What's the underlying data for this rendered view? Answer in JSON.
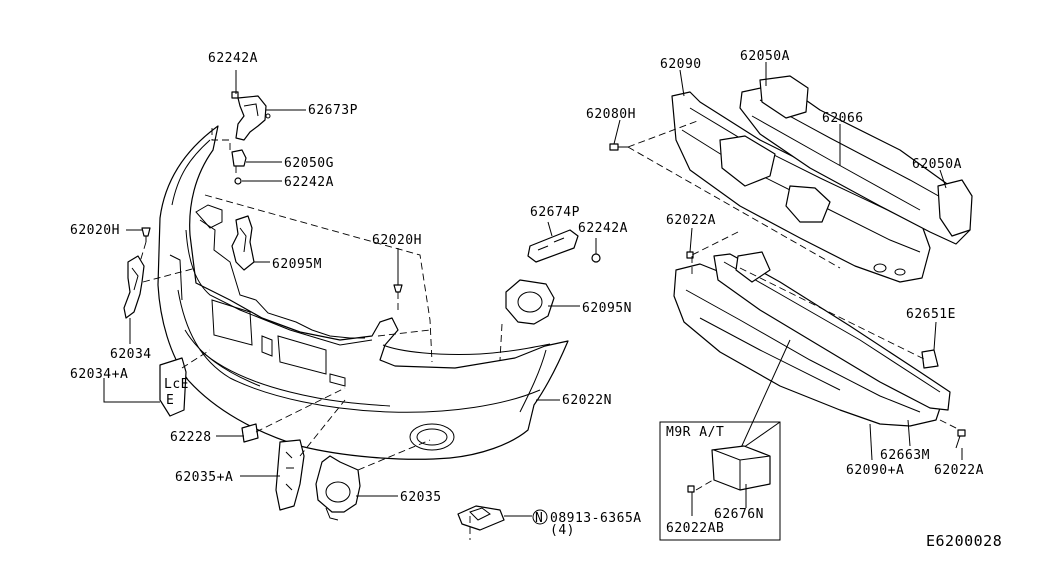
{
  "diagram": {
    "labels": {
      "p62242A_top": "62242A",
      "p62673P": "62673P",
      "p62050G": "62050G",
      "p62242A_mid": "62242A",
      "p62020H_left": "62020H",
      "p62095M": "62095M",
      "p62020H_center": "62020H",
      "p62034": "62034",
      "p62034A": "62034+A",
      "p62228": "62228",
      "p62035A": "62035+A",
      "p62035": "62035",
      "p62022N": "62022N",
      "p62674P": "62674P",
      "p62242A_right": "62242A",
      "p62095N": "62095N",
      "p08913": "08913-6365A",
      "p08913_prefix": "N",
      "p08913_qty": "(4)",
      "p62090": "62090",
      "p62050A_top": "62050A",
      "p62080H": "62080H",
      "p62066": "62066",
      "p62050A_right": "62050A",
      "p62022A_left": "62022A",
      "p62651E": "62651E",
      "p62663M": "62663M",
      "p62090A": "62090+A",
      "p62022A_right": "62022A",
      "inset_title": "M9R A/T",
      "p62676N": "62676N",
      "p62022AB": "62022AB",
      "diagram_id": "E6200028"
    }
  }
}
